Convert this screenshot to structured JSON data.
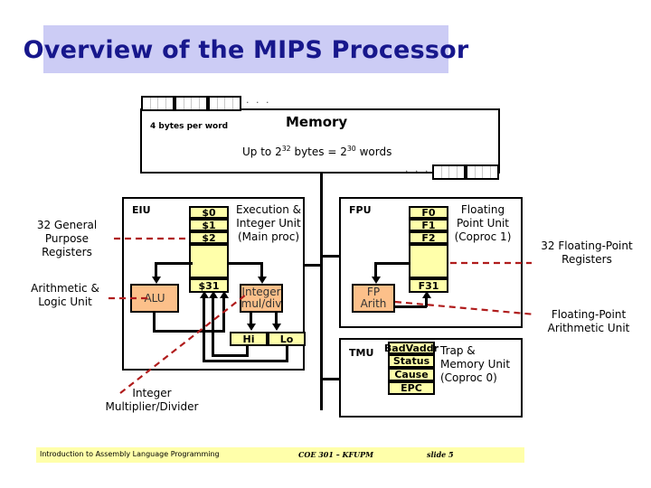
{
  "slide": {
    "title": "Overview of the MIPS Processor",
    "title_bg": "#ccccf5",
    "title_color": "#17178c"
  },
  "memory": {
    "title": "Memory",
    "bytes_per_word": "4 bytes per word",
    "capacity_prefix": "Up to 2",
    "capacity_exp1": "32",
    "capacity_mid": " bytes = 2",
    "capacity_exp2": "30",
    "capacity_suffix": " words",
    "dots_top": "· · ·",
    "dots_bottom": "· · ·"
  },
  "eiu": {
    "abbrev": "EIU",
    "name_line1": "Execution &",
    "name_line2": "Integer Unit",
    "name_line3": "(Main proc)",
    "registers": [
      "$0",
      "$1",
      "$2",
      "",
      "$31"
    ],
    "alu_label": "ALU",
    "muldiv_line1": "Integer",
    "muldiv_line2": "mul/div",
    "hi_label": "Hi",
    "lo_label": "Lo"
  },
  "fpu": {
    "abbrev": "FPU",
    "name_line1": "Floating",
    "name_line2": "Point Unit",
    "name_line3": "(Coproc 1)",
    "registers": [
      "F0",
      "F1",
      "F2",
      "",
      "F31"
    ],
    "arith_line1": "FP",
    "arith_line2": "Arith"
  },
  "tmu": {
    "abbrev": "TMU",
    "name_line1": "Trap &",
    "name_line2": "Memory Unit",
    "name_line3": "(Coproc 0)",
    "registers": [
      "BadVaddr",
      "Status",
      "Cause",
      "EPC"
    ]
  },
  "annotations": {
    "left_top_line1": "32 General",
    "left_top_line2": "Purpose",
    "left_top_line3": "Registers",
    "left_bottom_line1": "Arithmetic &",
    "left_bottom_line2": "Logic Unit",
    "bottom_line1": "Integer",
    "bottom_line2": "Multiplier/Divider",
    "right_top_line1": "32 Floating-Point",
    "right_top_line2": "Registers",
    "right_bottom_line1": "Floating-Point",
    "right_bottom_line2": "Arithmetic Unit",
    "dash_color": "#b01c1c"
  },
  "footer": {
    "left": "Introduction to Assembly Language Programming",
    "middle": "COE 301 – KFUPM",
    "right": "slide 5",
    "bg": "#ffffaa"
  }
}
